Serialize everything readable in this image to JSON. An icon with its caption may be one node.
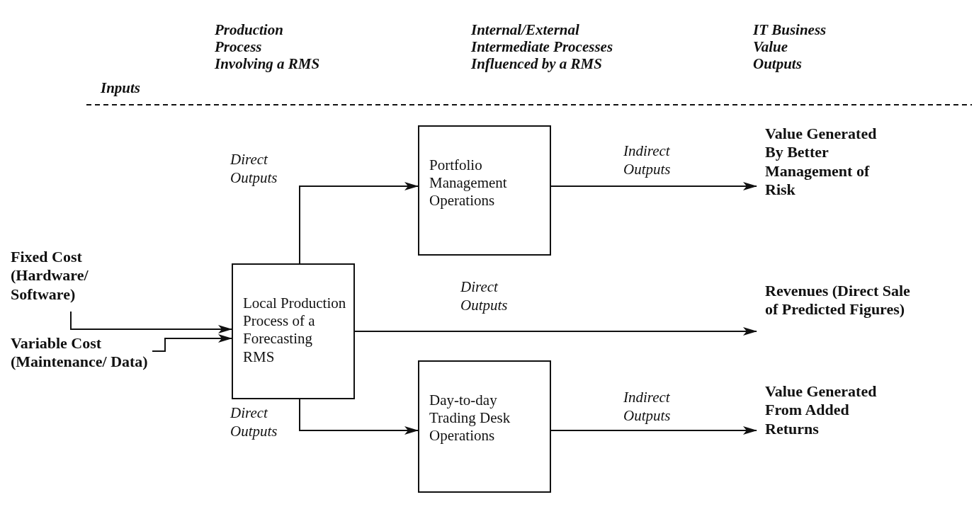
{
  "diagram": {
    "nodes": [
      {
        "text": [
          "Fixed Cost (Hardware/ Software)"
        ]
      },
      {
        "text": [
          "Variable Cost (Maintenance/ Data)"
        ]
      },
      {
        "text": [
          "Local Production Process of a Forecasting RMS"
        ]
      },
      {
        "text": [
          "Portfolio Management Operations"
        ]
      },
      {
        "text": [
          "Day-to-day Trading Desk Operations"
        ]
      },
      {
        "text": [
          "Value Generated By Better Management of Risk"
        ]
      },
      {
        "text": [
          "Revenues (Direct Sale of Predicted Figures)"
        ]
      },
      {
        "text": [
          "Value Generated From Added Returns"
        ]
      }
    ],
    "edges": [
      {
        "from": 0,
        "to": 2,
        "arrow": "to"
      },
      {
        "from": 1,
        "to": 2,
        "arrow": "to"
      },
      {
        "from": 2,
        "to": 3,
        "arrow": "to",
        "label": "Direct Outputs"
      },
      {
        "from": 2,
        "to": 6,
        "arrow": "to",
        "label": "Direct Outputs"
      },
      {
        "from": 2,
        "to": 4,
        "arrow": "to",
        "label": "Direct Outputs"
      },
      {
        "from": 3,
        "to": 5,
        "arrow": "to",
        "label": "Indirect Outputs"
      },
      {
        "from": 4,
        "to": 7,
        "arrow": "to",
        "label": "Indirect Outputs"
      }
    ],
    "labels": [
      "Production Process Involving a RMS",
      "Internal/External Intermediate Processes Influenced by a RMS",
      "IT Business Value Outputs",
      "Inputs"
    ]
  }
}
